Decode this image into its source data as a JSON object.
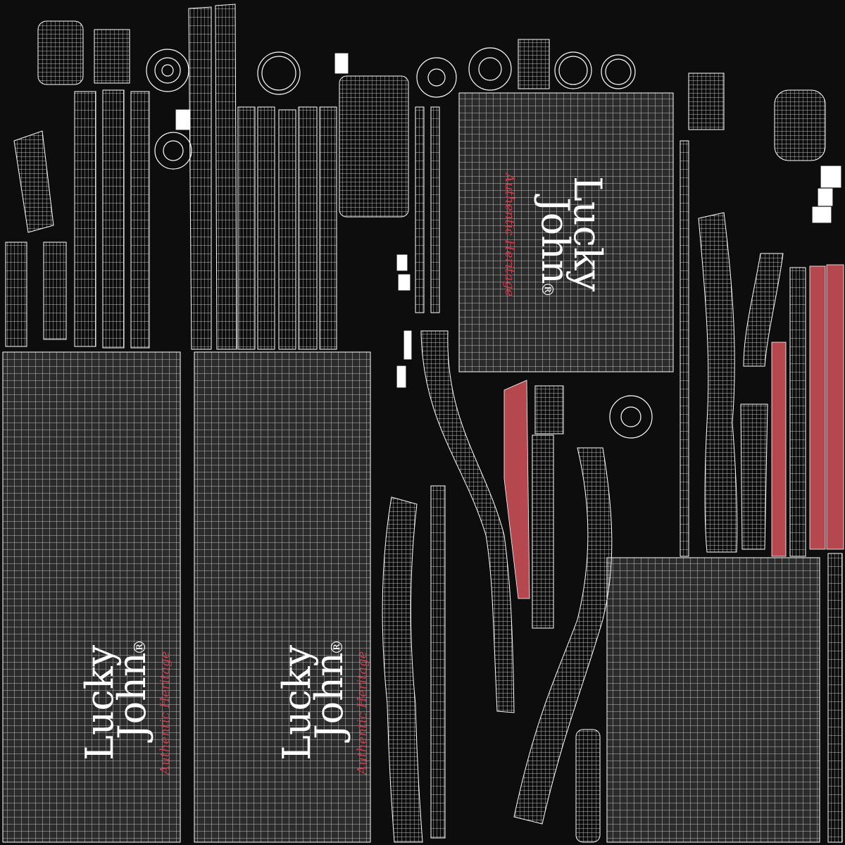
{
  "logo_main_line1": "Lucky",
  "logo_main_line2": "John",
  "logo_registered": "®",
  "logo_tagline": "Authentic Heritage",
  "colors": {
    "background": "#0d0d0d",
    "panel_fill": "#2b2b2b",
    "wire": "#ffffff",
    "accent_red": "#b5474f",
    "tagline": "#d33b4c"
  }
}
